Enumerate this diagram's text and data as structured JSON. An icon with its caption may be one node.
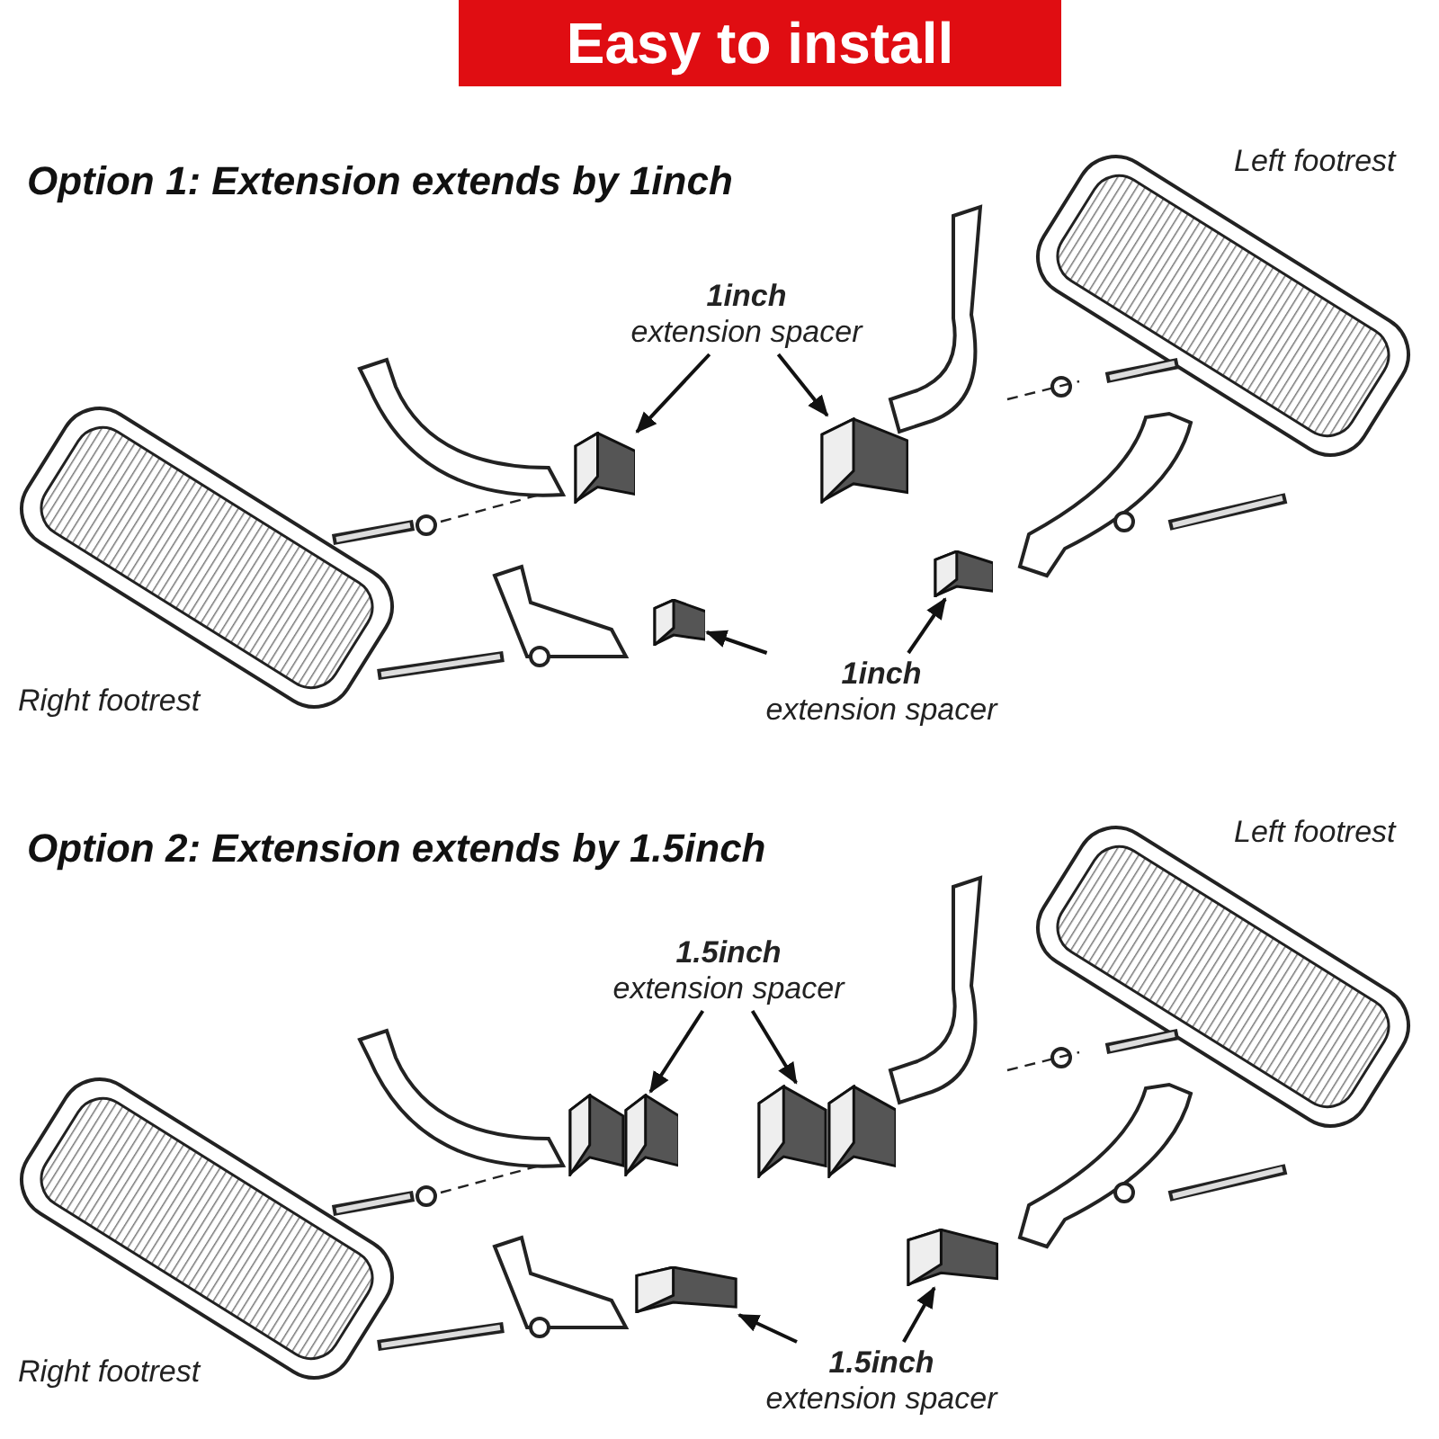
{
  "diagram": {
    "title": "Easy to install",
    "nodes": [
      {
        "text": [
          "1inch",
          "extension spacer"
        ]
      },
      {
        "text": [],
        "shape": "picture"
      },
      {
        "text": [],
        "shape": "picture"
      },
      {
        "text": [
          "1inch",
          "extension spacer"
        ]
      },
      {
        "text": [],
        "shape": "picture"
      },
      {
        "text": [],
        "shape": "picture"
      },
      {
        "text": [
          "1.5inch",
          "extension spacer"
        ]
      },
      {
        "text": [],
        "shape": "picture"
      },
      {
        "text": [],
        "shape": "picture"
      },
      {
        "text": [
          "1.5inch",
          "extension spacer"
        ]
      },
      {
        "text": [],
        "shape": "picture"
      },
      {
        "text": [],
        "shape": "picture"
      }
    ],
    "edges": [
      {
        "from": 0,
        "to": 1,
        "arrow": "to"
      },
      {
        "from": 0,
        "to": 2,
        "arrow": "to"
      },
      {
        "from": 3,
        "to": 4,
        "arrow": "to"
      },
      {
        "from": 3,
        "to": 5,
        "arrow": "to"
      },
      {
        "from": 6,
        "to": 7,
        "arrow": "to"
      },
      {
        "from": 6,
        "to": 8,
        "arrow": "to"
      },
      {
        "from": 9,
        "to": 10,
        "arrow": "to"
      },
      {
        "from": 9,
        "to": 11,
        "arrow": "to"
      }
    ],
    "labels": [
      "Option 1: Extension extends by 1inch",
      "Left footrest",
      "Right footrest",
      "Option 2: Extension extends by 1.5inch",
      "Left footrest",
      "Right footrest"
    ]
  }
}
